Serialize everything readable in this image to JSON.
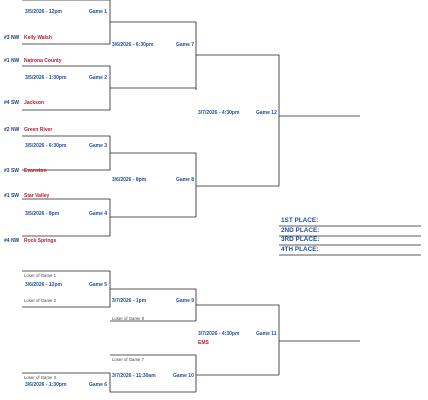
{
  "games": {
    "g1": {
      "date": "3/5/2026 - 12pm",
      "label": "Game 1"
    },
    "g2": {
      "date": "3/5/2026 - 1:30pm",
      "label": "Game 2"
    },
    "g3": {
      "date": "3/5/2026 - 6:30pm",
      "label": "Game 3"
    },
    "g4": {
      "date": "3/5/2026 - 8pm",
      "label": "Game 4"
    },
    "g5": {
      "date": "3/6/2026 - 12pm",
      "label": "Game 5"
    },
    "g6": {
      "date": "3/6/2026 - 1:30pm",
      "label": "Game 6"
    },
    "g7": {
      "date": "3/6/2026 - 6:30pm",
      "label": "Game 7"
    },
    "g8": {
      "date": "3/6/2026 - 8pm",
      "label": "Game 8"
    },
    "g9": {
      "date": "3/7/2026 - 1pm",
      "label": "Game 9"
    },
    "g10": {
      "date": "3/7/2026 - 11:30am",
      "label": "Game 10"
    },
    "g11": {
      "date": "3/7/2026 - 4:30pm",
      "label": "Game 11"
    },
    "g12": {
      "date": "3/7/2026 - 4:30pm",
      "label": "Game 12"
    }
  },
  "teams": {
    "kelly_walsh": {
      "seed": "#3 NW",
      "name": "Kelly Walsh"
    },
    "natrona": {
      "seed": "#1 NW",
      "name": "Natrona County"
    },
    "jackson": {
      "seed": "#4 SW",
      "name": "Jackson"
    },
    "green_river": {
      "seed": "#2 NW",
      "name": "Green River"
    },
    "evanston": {
      "seed": "#3 SW",
      "name": "Evanston"
    },
    "star_valley": {
      "seed": "#1 SW",
      "name": "Star Valley"
    },
    "rock_springs": {
      "seed": "#4 NW",
      "name": "Rock Springs"
    }
  },
  "consolation": {
    "loser_g1": "Loser of Game 1",
    "loser_g2": "Loser of Game 2",
    "loser_g3": "Loser of Game 3",
    "loser_g7": "Loser of Game 7",
    "loser_g8": "Loser of Game 8",
    "venue": "EMS"
  },
  "places": {
    "first": "1ST PLACE:",
    "second": "2ND PLACE:",
    "third": "3RD PLACE:",
    "fourth": "4TH PLACE:"
  }
}
